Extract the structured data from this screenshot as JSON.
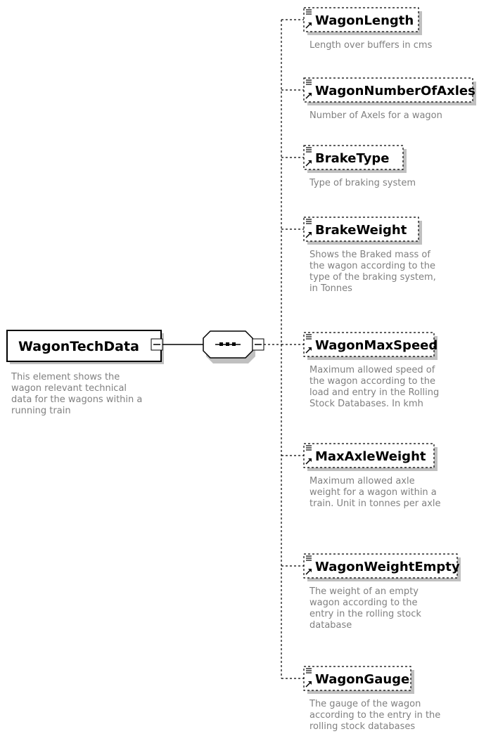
{
  "root": {
    "name": "WagonTechData",
    "description": [
      "This element shows the",
      "wagon relevant technical",
      "data for the wagons within a",
      "running train"
    ]
  },
  "children": [
    {
      "name": "WagonLength",
      "optional": true,
      "description": [
        "Length over buffers in cms"
      ]
    },
    {
      "name": "WagonNumberOfAxles",
      "optional": true,
      "description": [
        "Number of Axels for a wagon"
      ]
    },
    {
      "name": "BrakeType",
      "optional": true,
      "description": [
        "Type of braking system"
      ]
    },
    {
      "name": "BrakeWeight",
      "optional": true,
      "description": [
        "Shows the Braked mass of",
        "the wagon according to the",
        "type of the braking system,",
        "in Tonnes"
      ]
    },
    {
      "name": "WagonMaxSpeed",
      "optional": true,
      "description": [
        "Maximum allowed speed of",
        "the wagon according to the",
        "load and entry in the Rolling",
        "Stock Databases.  In kmh"
      ]
    },
    {
      "name": "MaxAxleWeight",
      "optional": true,
      "description": [
        "Maximum allowed axle",
        "weight for a wagon within a",
        "train.  Unit in tonnes per axle"
      ]
    },
    {
      "name": "WagonWeightEmpty",
      "optional": true,
      "description": [
        "The weight of an empty",
        "wagon according to the",
        "entry in the rolling stock",
        "database"
      ]
    },
    {
      "name": "WagonGauge",
      "optional": true,
      "description": [
        "The gauge of the wagon",
        "according to the entry in the",
        "rolling stock databases"
      ]
    }
  ]
}
